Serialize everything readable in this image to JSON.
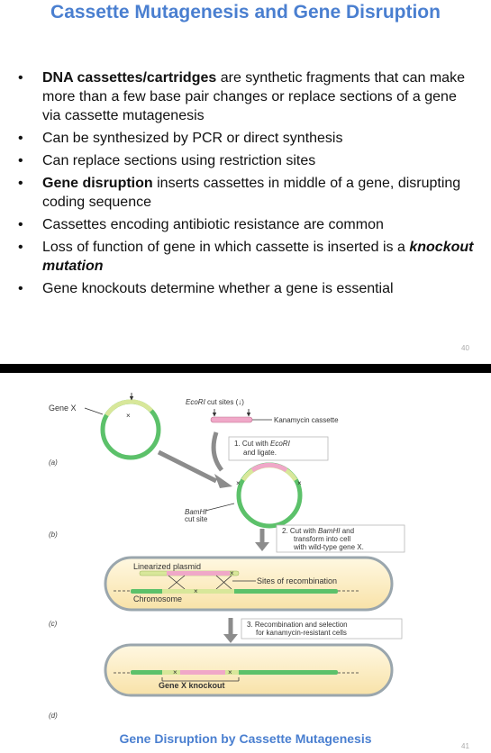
{
  "slide1": {
    "title": "Cassette Mutagenesis and Gene Disruption",
    "bullets": [
      {
        "bold": "DNA cassettes/cartridges",
        "text": " are synthetic fragments that can make more than a few base pair changes or replace sections of a gene via cassette mutagenesis",
        "tail_italic": ""
      },
      {
        "bold": "",
        "text": "Can be synthesized by PCR or direct synthesis",
        "tail_italic": ""
      },
      {
        "bold": "",
        "text": "Can replace sections using restriction sites",
        "tail_italic": ""
      },
      {
        "bold": "Gene disruption",
        "text": " inserts cassettes in middle of a gene, disrupting coding sequence",
        "tail_italic": ""
      },
      {
        "bold": "",
        "text": "Cassettes encoding antibiotic resistance are common",
        "tail_italic": ""
      },
      {
        "bold": "",
        "text": "Loss of function of gene in which cassette is inserted is a ",
        "tail_italic": "knockout mutation"
      },
      {
        "bold": "",
        "text": "Gene knockouts determine whether a gene is essential",
        "tail_italic": ""
      }
    ],
    "bullet_char": "•",
    "page_number": "40"
  },
  "slide2": {
    "figure": {
      "gene_x": "Gene X",
      "ecori_prefix": "EcoRI",
      "ecori_suffix": " cut sites (",
      "ecori_arrow": "↓",
      "ecori_close": ")",
      "kanamycin_cassette": "Kanamycin cassette",
      "step1_line1": "1. Cut with ",
      "step1_ital": "EcoRI",
      "step1_line2": "and ligate.",
      "bamhi_ital": "BamHI",
      "bamhi_line2": "cut site",
      "step2_line1a": "2. Cut with ",
      "step2_ital": "BamHI",
      "step2_line1b": " and",
      "step2_line2": "transform into cell",
      "step2_line3": "with wild-type gene X.",
      "linearized_plasmid": "Linearized plasmid",
      "sites_of_recombination": "Sites of recombination",
      "chromosome": "Chromosome",
      "step3_line1": "3. Recombination and selection",
      "step3_line2": "for kanamycin-resistant cells",
      "gene_x_knockout": "Gene X knockout",
      "panel_a": "(a)",
      "panel_b": "(b)",
      "panel_c": "(c)",
      "panel_d": "(d)",
      "x_mark": "×"
    },
    "caption": "Gene Disruption by Cassette Mutagenesis",
    "page_number": "41"
  },
  "colors": {
    "title_blue": "#4a7fd0",
    "plasmid_green": "#5cc16a",
    "gene_yellow": "#d8e79a",
    "cassette_pink": "#f0a8c8",
    "cell_fill": "#fbe9b8",
    "cell_border": "#9aa6ad",
    "arrow_gray": "#7f7f7f"
  }
}
